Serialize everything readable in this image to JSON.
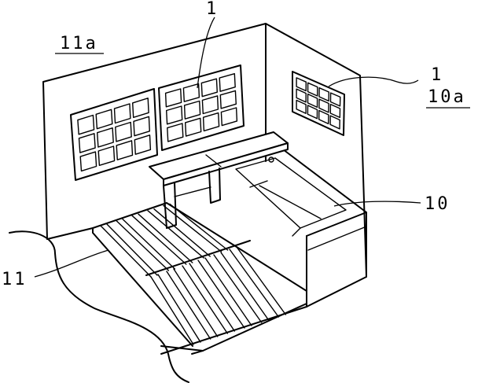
{
  "labels": {
    "wall_panel_a": "1",
    "wall_panel_b": "1",
    "left_wall": "11a",
    "right_wall": "10a",
    "bathtub": "10",
    "floor": "11"
  },
  "panel_grid": {
    "rows": 3,
    "cols": 4
  }
}
